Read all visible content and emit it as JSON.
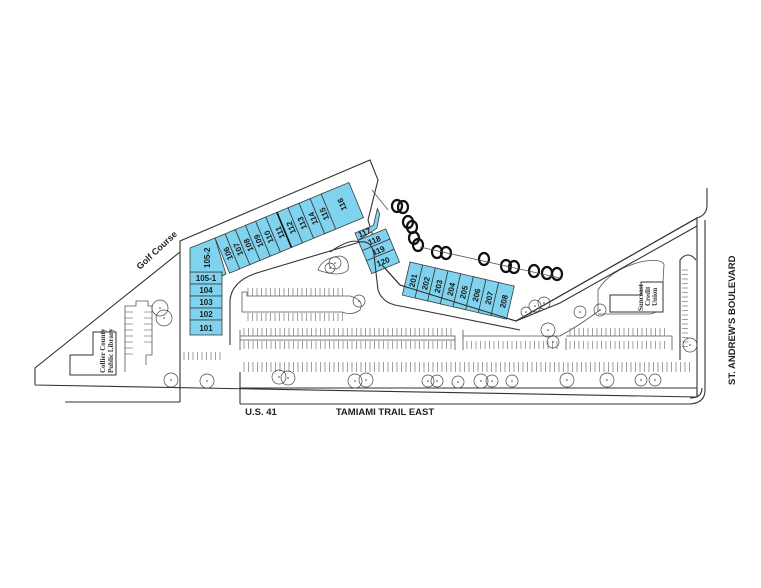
{
  "map": {
    "type": "site-plan",
    "unit_color": "#7fd3ef",
    "roads": {
      "south_highway": "U.S. 41",
      "south_name": "TAMIAMI TRAIL EAST",
      "east": "ST. ANDREW'S BOULEVARD"
    },
    "adjacent": {
      "northwest": "Golf Course"
    },
    "buildings": {
      "library": [
        "Collier County",
        "Public Library"
      ],
      "credit_union": [
        "Suncoast",
        "Credit",
        "Union"
      ]
    },
    "units_west_column": [
      "105-1",
      "104",
      "103",
      "102",
      "101"
    ],
    "units_north_row": [
      "105-2",
      "106",
      "107",
      "108",
      "109",
      "110",
      "111",
      "112",
      "113",
      "114",
      "115",
      "116"
    ],
    "units_east_column": [
      "117",
      "118",
      "119",
      "120"
    ],
    "units_200_row": [
      "201",
      "202",
      "203",
      "204",
      "205",
      "206",
      "207",
      "208"
    ]
  }
}
